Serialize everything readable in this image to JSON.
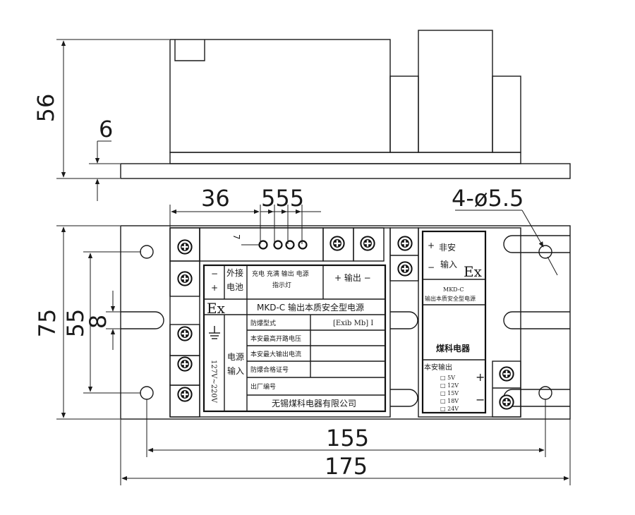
{
  "dimensions": {
    "height_56": "56",
    "flange_6": "6",
    "d36": "36",
    "d555": "555",
    "holes": "4-ø5.5",
    "h75": "75",
    "h55": "55",
    "h8": "8",
    "w155": "155",
    "w175": "175"
  },
  "left_panel": {
    "minus": "−",
    "plus": "+",
    "ext_battery_1": "外接",
    "ext_battery_2": "电池",
    "indicators_1": "充电 充满 输出 电源",
    "indicators_2": "指示灯",
    "output": "+ 输出 −",
    "ex": "Ex",
    "title": "MKD-C  输出本质安全型电源",
    "row1_label": "防爆型式",
    "row1_value": "[Exib Mb] I",
    "row2_label": "本安最高开路电压",
    "row3_label": "本安最大输出电流",
    "row4_label": "防爆合格证号",
    "row5_label": "出厂编号",
    "voltage": "127V~220V",
    "power_in_1": "电源",
    "power_in_2": "输入",
    "company": "无锡煤科电器有限公司",
    "mark7": "7"
  },
  "right_panel": {
    "plus": "+",
    "nonsafe": "非安",
    "minus": "−",
    "input": "输入",
    "ex": "Ex",
    "model": "MKD-C",
    "model_desc": "输出本质安全型电源",
    "brand": "煤科电器",
    "safe_output": "本安输出",
    "opt_5v": "□ 5V",
    "opt_12v": "□ 12V",
    "opt_15v": "□ 15V",
    "opt_18v": "□ 18V",
    "opt_24v": "□ 24V",
    "out_plus": "+",
    "out_minus": "−"
  }
}
